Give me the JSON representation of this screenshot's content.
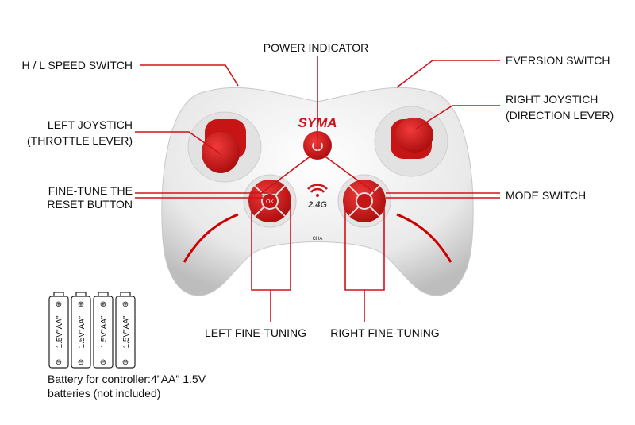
{
  "labels": {
    "hl_speed": "H / L SPEED SWITCH",
    "power": "POWER INDICATOR",
    "eversion": "EVERSION SWITCH",
    "left_joystick_1": "LEFT JOYSTICH",
    "left_joystick_2": "(THROTTLE LEVER)",
    "right_joystick_1": "RIGHT JOYSTICH",
    "right_joystick_2": "(DIRECTION LEVER)",
    "fine_tune_1": "FINE-TUNE THE",
    "fine_tune_2": "RESET BUTTON",
    "mode": "MODE SWITCH",
    "left_fine": "LEFT FINE-TUNING",
    "right_fine": "RIGHT FINE-TUNING"
  },
  "controller": {
    "brand": "SYMA",
    "frequency": "2.4G",
    "channel": "CHA",
    "ok": "OK"
  },
  "batteries": {
    "count": 4,
    "cell_label": "1.5V\"AA\"",
    "caption_1": "Battery for controller:4\"AA\" 1.5V",
    "caption_2": "batteries (not included)"
  },
  "colors": {
    "accent": "#d0121b",
    "body": "#eeeeee"
  }
}
